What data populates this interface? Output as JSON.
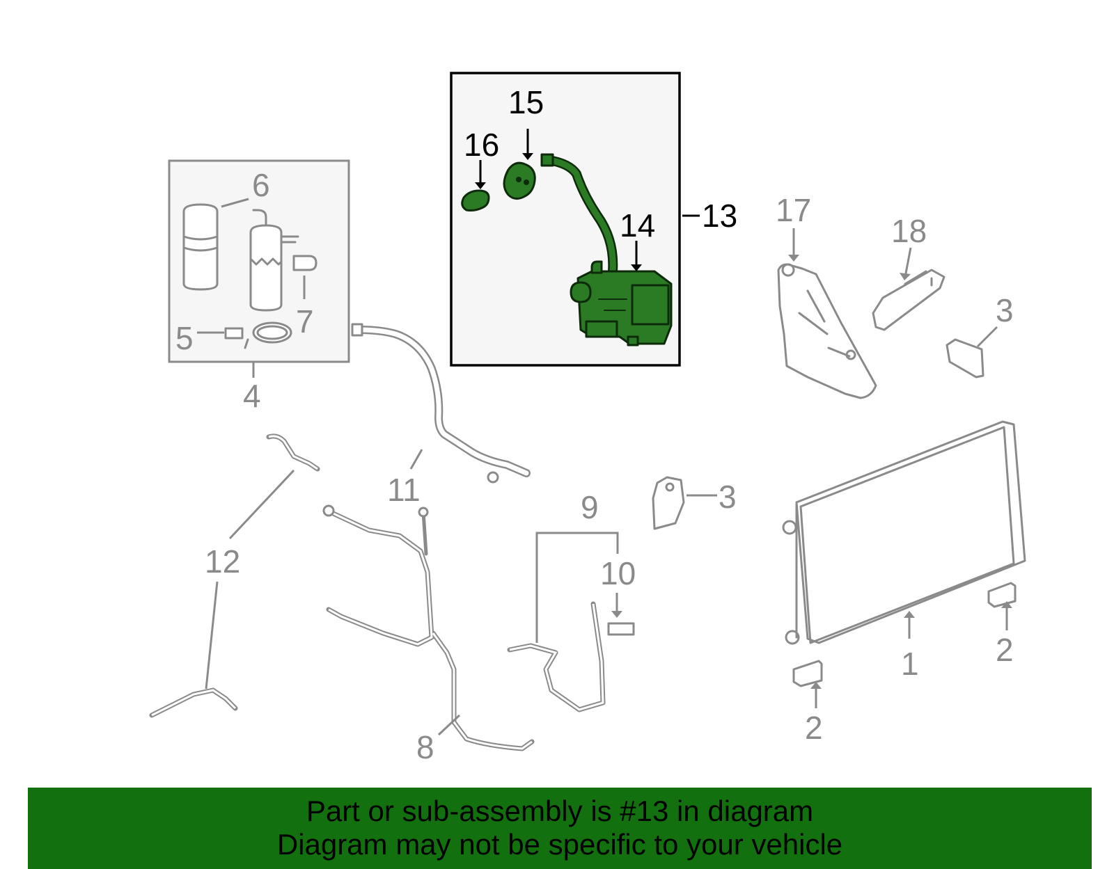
{
  "callouts": {
    "n1": "1",
    "n2a": "2",
    "n2b": "2",
    "n3a": "3",
    "n3b": "3",
    "n4": "4",
    "n5": "5",
    "n6": "6",
    "n7": "7",
    "n8": "8",
    "n9": "9",
    "n10": "10",
    "n11": "11",
    "n12": "12",
    "n13": "13",
    "n14": "14",
    "n15": "15",
    "n16": "16",
    "n17": "17",
    "n18": "18"
  },
  "banner": {
    "line1": "Part or sub-assembly is #13 in diagram",
    "line2": "Diagram may not be specific to your vehicle"
  },
  "colors": {
    "highlight_green": "#2b7a24",
    "banner_green": "#12700f",
    "line_grey": "#8a8a8a",
    "inset_background": "#f6f6f6"
  },
  "icons": {
    "compressor": "ac-compressor-icon",
    "condenser": "condenser-icon",
    "accumulator": "accumulator-icon"
  }
}
